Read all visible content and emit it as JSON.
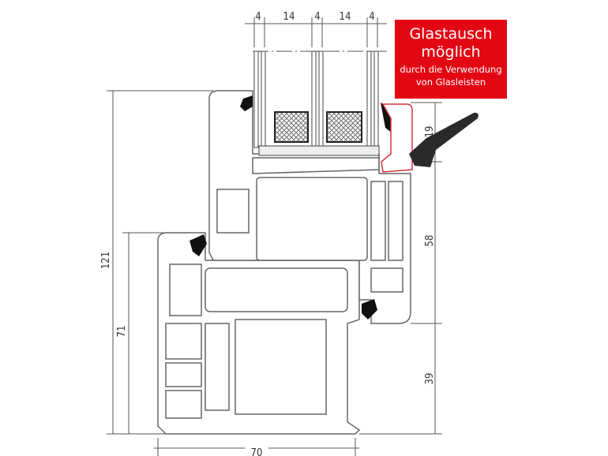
{
  "badge": {
    "title_line1": "Glastausch",
    "title_line2": "möglich",
    "sub_line1": "durch die Verwendung",
    "sub_line2": "von Glasleisten",
    "color": "#e30613"
  },
  "dimensions": {
    "top": [
      "4",
      "14",
      "4",
      "14",
      "4"
    ],
    "left_total": "121",
    "left_frame": "71",
    "right_bead": "19",
    "right_sash": "58",
    "right_frame": "39",
    "bottom_width": "70"
  }
}
